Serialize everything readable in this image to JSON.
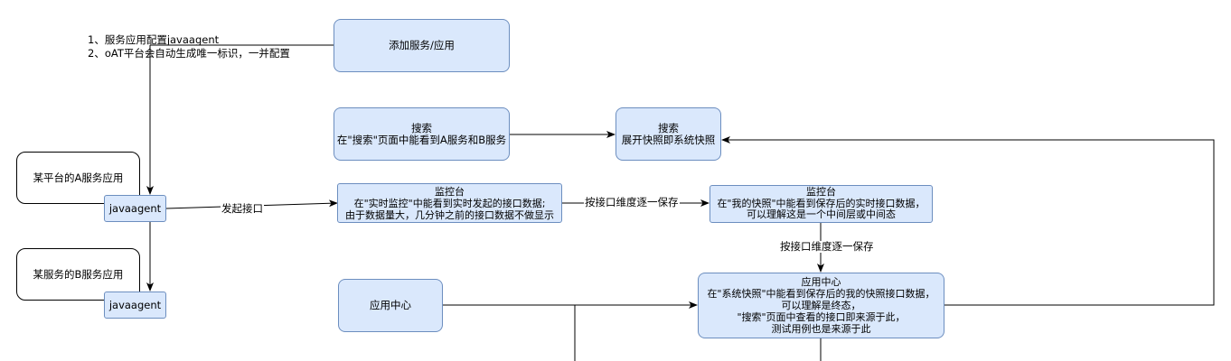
{
  "nodes": {
    "add_service": "添加服务/应用",
    "search_a": "搜索\n在\"搜索\"页面中能看到A服务和B服务",
    "search_b": "搜索\n展开快照即系统快照",
    "platform_a": "某平台的A服务应用",
    "platform_b": "某服务的B服务应用",
    "agent_a": "javaagent",
    "agent_b": "javaagent",
    "monitor_a": "监控台\n在\"实时监控\"中能看到实时发起的接口数据;\n由于数据量大，几分钟之前的接口数据不做显示",
    "monitor_b": "监控台\n在\"我的快照\"中能看到保存后的实时接口数据，\n可以理解这是一个中间层或中间态",
    "app_center_a": "应用中心",
    "app_center_b": "应用中心\n在\"系统快照\"中能看到保存后的我的快照接口数据，\n可以理解是终态，\n\"搜索\"页面中查看的接口即来源于此，\n测试用例也是来源于此"
  },
  "notes": {
    "config_note": "1、服务应用配置javaagent\n2、oAT平台会自动生成唯一标识，一并配置"
  },
  "edge_labels": {
    "send_api": "发起接口",
    "save_per_api_1": "按接口维度逐一保存",
    "save_per_api_2": "按接口维度逐一保存"
  },
  "colors": {
    "box_fill": "#dae8fc",
    "box_stroke": "#6c8ebf",
    "line": "#000000"
  }
}
